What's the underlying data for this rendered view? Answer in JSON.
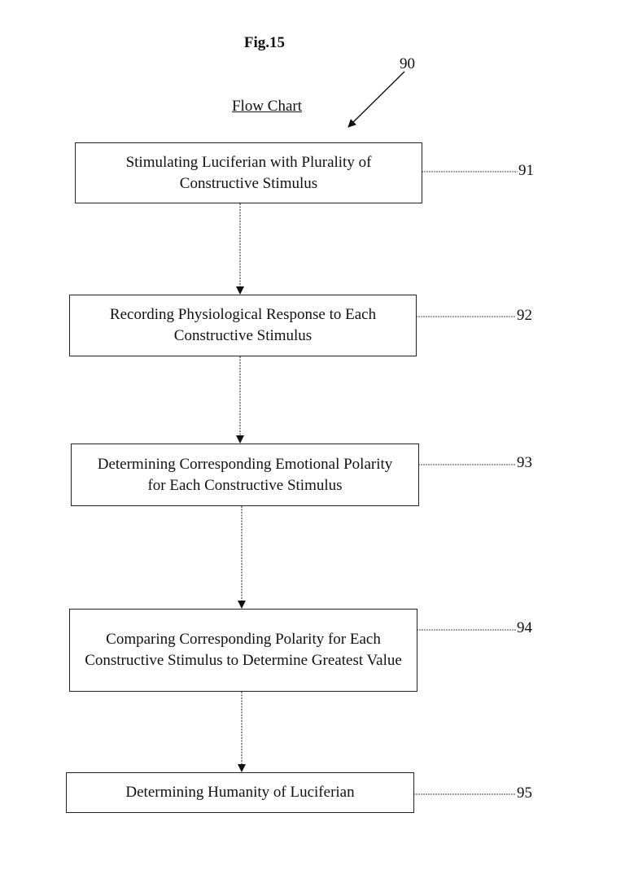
{
  "figure_label": "Fig.15",
  "chart_title": "Flow Chart",
  "main_reference": "90",
  "steps": [
    {
      "ref": "91",
      "text": "Stimulating Luciferian with Plurality of Constructive Stimulus"
    },
    {
      "ref": "92",
      "text": "Recording Physiological Response to Each Constructive Stimulus"
    },
    {
      "ref": "93",
      "text": "Determining Corresponding Emotional Polarity for Each Constructive Stimulus"
    },
    {
      "ref": "94",
      "text": "Comparing Corresponding Polarity for Each Constructive Stimulus to Determine Greatest Value"
    },
    {
      "ref": "95",
      "text": "Determining Humanity of Luciferian"
    }
  ]
}
